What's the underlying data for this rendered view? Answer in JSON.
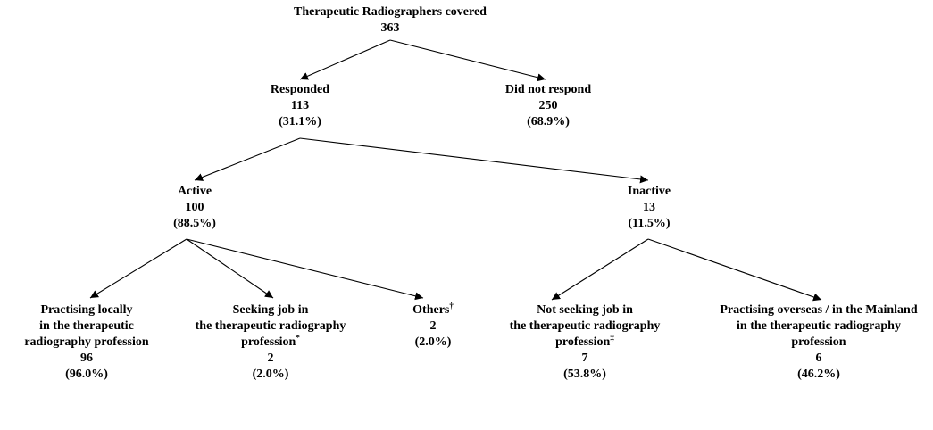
{
  "nodes": {
    "root": {
      "lines": [
        "Therapeutic Radiographers covered"
      ],
      "count": "363",
      "pct": ""
    },
    "responded": {
      "lines": [
        "Responded"
      ],
      "count": "113",
      "pct": "(31.1%)"
    },
    "not_responded": {
      "lines": [
        "Did not respond"
      ],
      "count": "250",
      "pct": "(68.9%)"
    },
    "active": {
      "lines": [
        "Active"
      ],
      "count": "100",
      "pct": "(88.5%)"
    },
    "inactive": {
      "lines": [
        "Inactive"
      ],
      "count": "13",
      "pct": "(11.5%)"
    },
    "local": {
      "lines": [
        "Practising locally",
        "in the therapeutic",
        "radiography profession"
      ],
      "count": "96",
      "pct": "(96.0%)"
    },
    "seeking": {
      "lines": [
        "Seeking job in",
        "the therapeutic radiography",
        "profession"
      ],
      "note": "*",
      "count": "2",
      "pct": "(2.0%)"
    },
    "others": {
      "lines": [
        "Others"
      ],
      "note": "†",
      "count": "2",
      "pct": "(2.0%)"
    },
    "not_seeking": {
      "lines": [
        "Not seeking job  in",
        "the therapeutic radiography",
        "profession"
      ],
      "note": "‡",
      "count": "7",
      "pct": "(53.8%)"
    },
    "overseas": {
      "lines": [
        "Practising overseas / in the Mainland",
        "in the therapeutic radiography",
        "profession"
      ],
      "count": "6",
      "pct": "(46.2%)"
    }
  }
}
